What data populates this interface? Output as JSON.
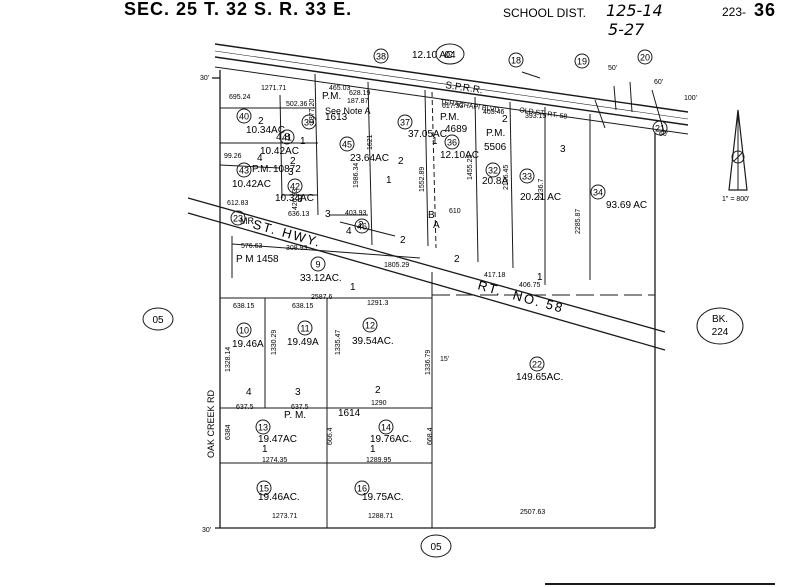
{
  "header": {
    "section_line": "SEC. 25   T. 32 S.   R. 33 E.",
    "school_label": "SCHOOL DIST.",
    "school_value_1": "125-14",
    "school_value_2": "5-27",
    "page_prefix": "223-",
    "page_number": "36"
  },
  "north": {
    "scale": "1\" = 800'"
  },
  "book_refs": {
    "top": "04",
    "left": "05",
    "bottom": "05",
    "right_line1": "BK.",
    "right_line2": "224"
  },
  "roads": {
    "railroad": "S.P.R.R.",
    "state_hwy": "ST. HWY.",
    "rt_no": "RT.",
    "no_label": "NO.",
    "route_number": "58",
    "creek_rd": "OAK CREEK RD",
    "old_st_rt": "OLD ST. RT. 58",
    "tehachapi": "TEHACHAPI BLVD",
    "see_note": "See Note A",
    "mr": "MR"
  },
  "parcels": [
    {
      "num": "38",
      "area": "12.10 AC"
    },
    {
      "num": "18",
      "area": ""
    },
    {
      "num": "19",
      "area": ""
    },
    {
      "num": "20",
      "area": ""
    },
    {
      "num": "21",
      "area": ""
    },
    {
      "num": "40",
      "area": "10.34AC"
    },
    {
      "num": "39",
      "area": "4.8"
    },
    {
      "num": "41",
      "area": "10.42AC"
    },
    {
      "num": "45",
      "area": "23.64AC"
    },
    {
      "num": "37",
      "area": "37.05AC"
    },
    {
      "num": "36",
      "area": "12.10AC"
    },
    {
      "num": "43",
      "area": "10.42AC"
    },
    {
      "num": "42",
      "area": "10.34AC"
    },
    {
      "num": "32",
      "area": "20.8A"
    },
    {
      "num": "33",
      "area": "20.21 AC"
    },
    {
      "num": "34",
      "area": "93.69 AC"
    },
    {
      "num": "23",
      "area": ""
    },
    {
      "num": "46",
      "area": ""
    },
    {
      "num": "9",
      "area": "33.12AC."
    },
    {
      "num": "10",
      "area": "19.46A"
    },
    {
      "num": "11",
      "area": "19.49A"
    },
    {
      "num": "12",
      "area": "39.54AC."
    },
    {
      "num": "22",
      "area": "149.65AC."
    },
    {
      "num": "13",
      "area": "19.47AC"
    },
    {
      "num": "14",
      "area": "19.76AC."
    },
    {
      "num": "15",
      "area": "19.46AC."
    },
    {
      "num": "16",
      "area": "19.75AC."
    }
  ],
  "pm_labels": [
    "P.M.",
    "1613",
    "P.M.",
    "4689",
    "P.M.",
    "5506",
    "P.M.",
    "10872",
    "P M 1458",
    "P. M.",
    "1614"
  ],
  "lots": [
    "2",
    "1",
    "2",
    "4",
    "3",
    "1",
    "2",
    "B",
    "A",
    "3",
    "2",
    "1",
    "2",
    "1",
    "4",
    "3",
    "2",
    "1",
    "1",
    "3",
    "2",
    "4",
    "1",
    "2",
    "3"
  ],
  "dimensions": [
    "695.24",
    "1271.71",
    "465.03",
    "628.19",
    "617.33",
    "403.46",
    "393.15",
    "502.36",
    "187.87",
    "1377.20",
    "1986.34",
    "1552.89",
    "1621",
    "1455.25",
    "2106.45",
    "2236.7",
    "2285.87",
    "99.26",
    "612.83",
    "636.13",
    "426.93",
    "403.93",
    "610",
    "576.63",
    "308.93",
    "1805.29",
    "417.18",
    "406.75",
    "2587.6",
    "638.15",
    "638.15",
    "1291.3",
    "1330.29",
    "1335.47",
    "1336.79",
    "637.5",
    "637.5",
    "1290",
    "1328.14",
    "6384",
    "1274.35",
    "1289.95",
    "666.4",
    "668.4",
    "1273.71",
    "1288.71",
    "2507.63",
    "30'",
    "30'",
    "50'",
    "60'",
    "100'",
    "15'",
    "60'"
  ]
}
